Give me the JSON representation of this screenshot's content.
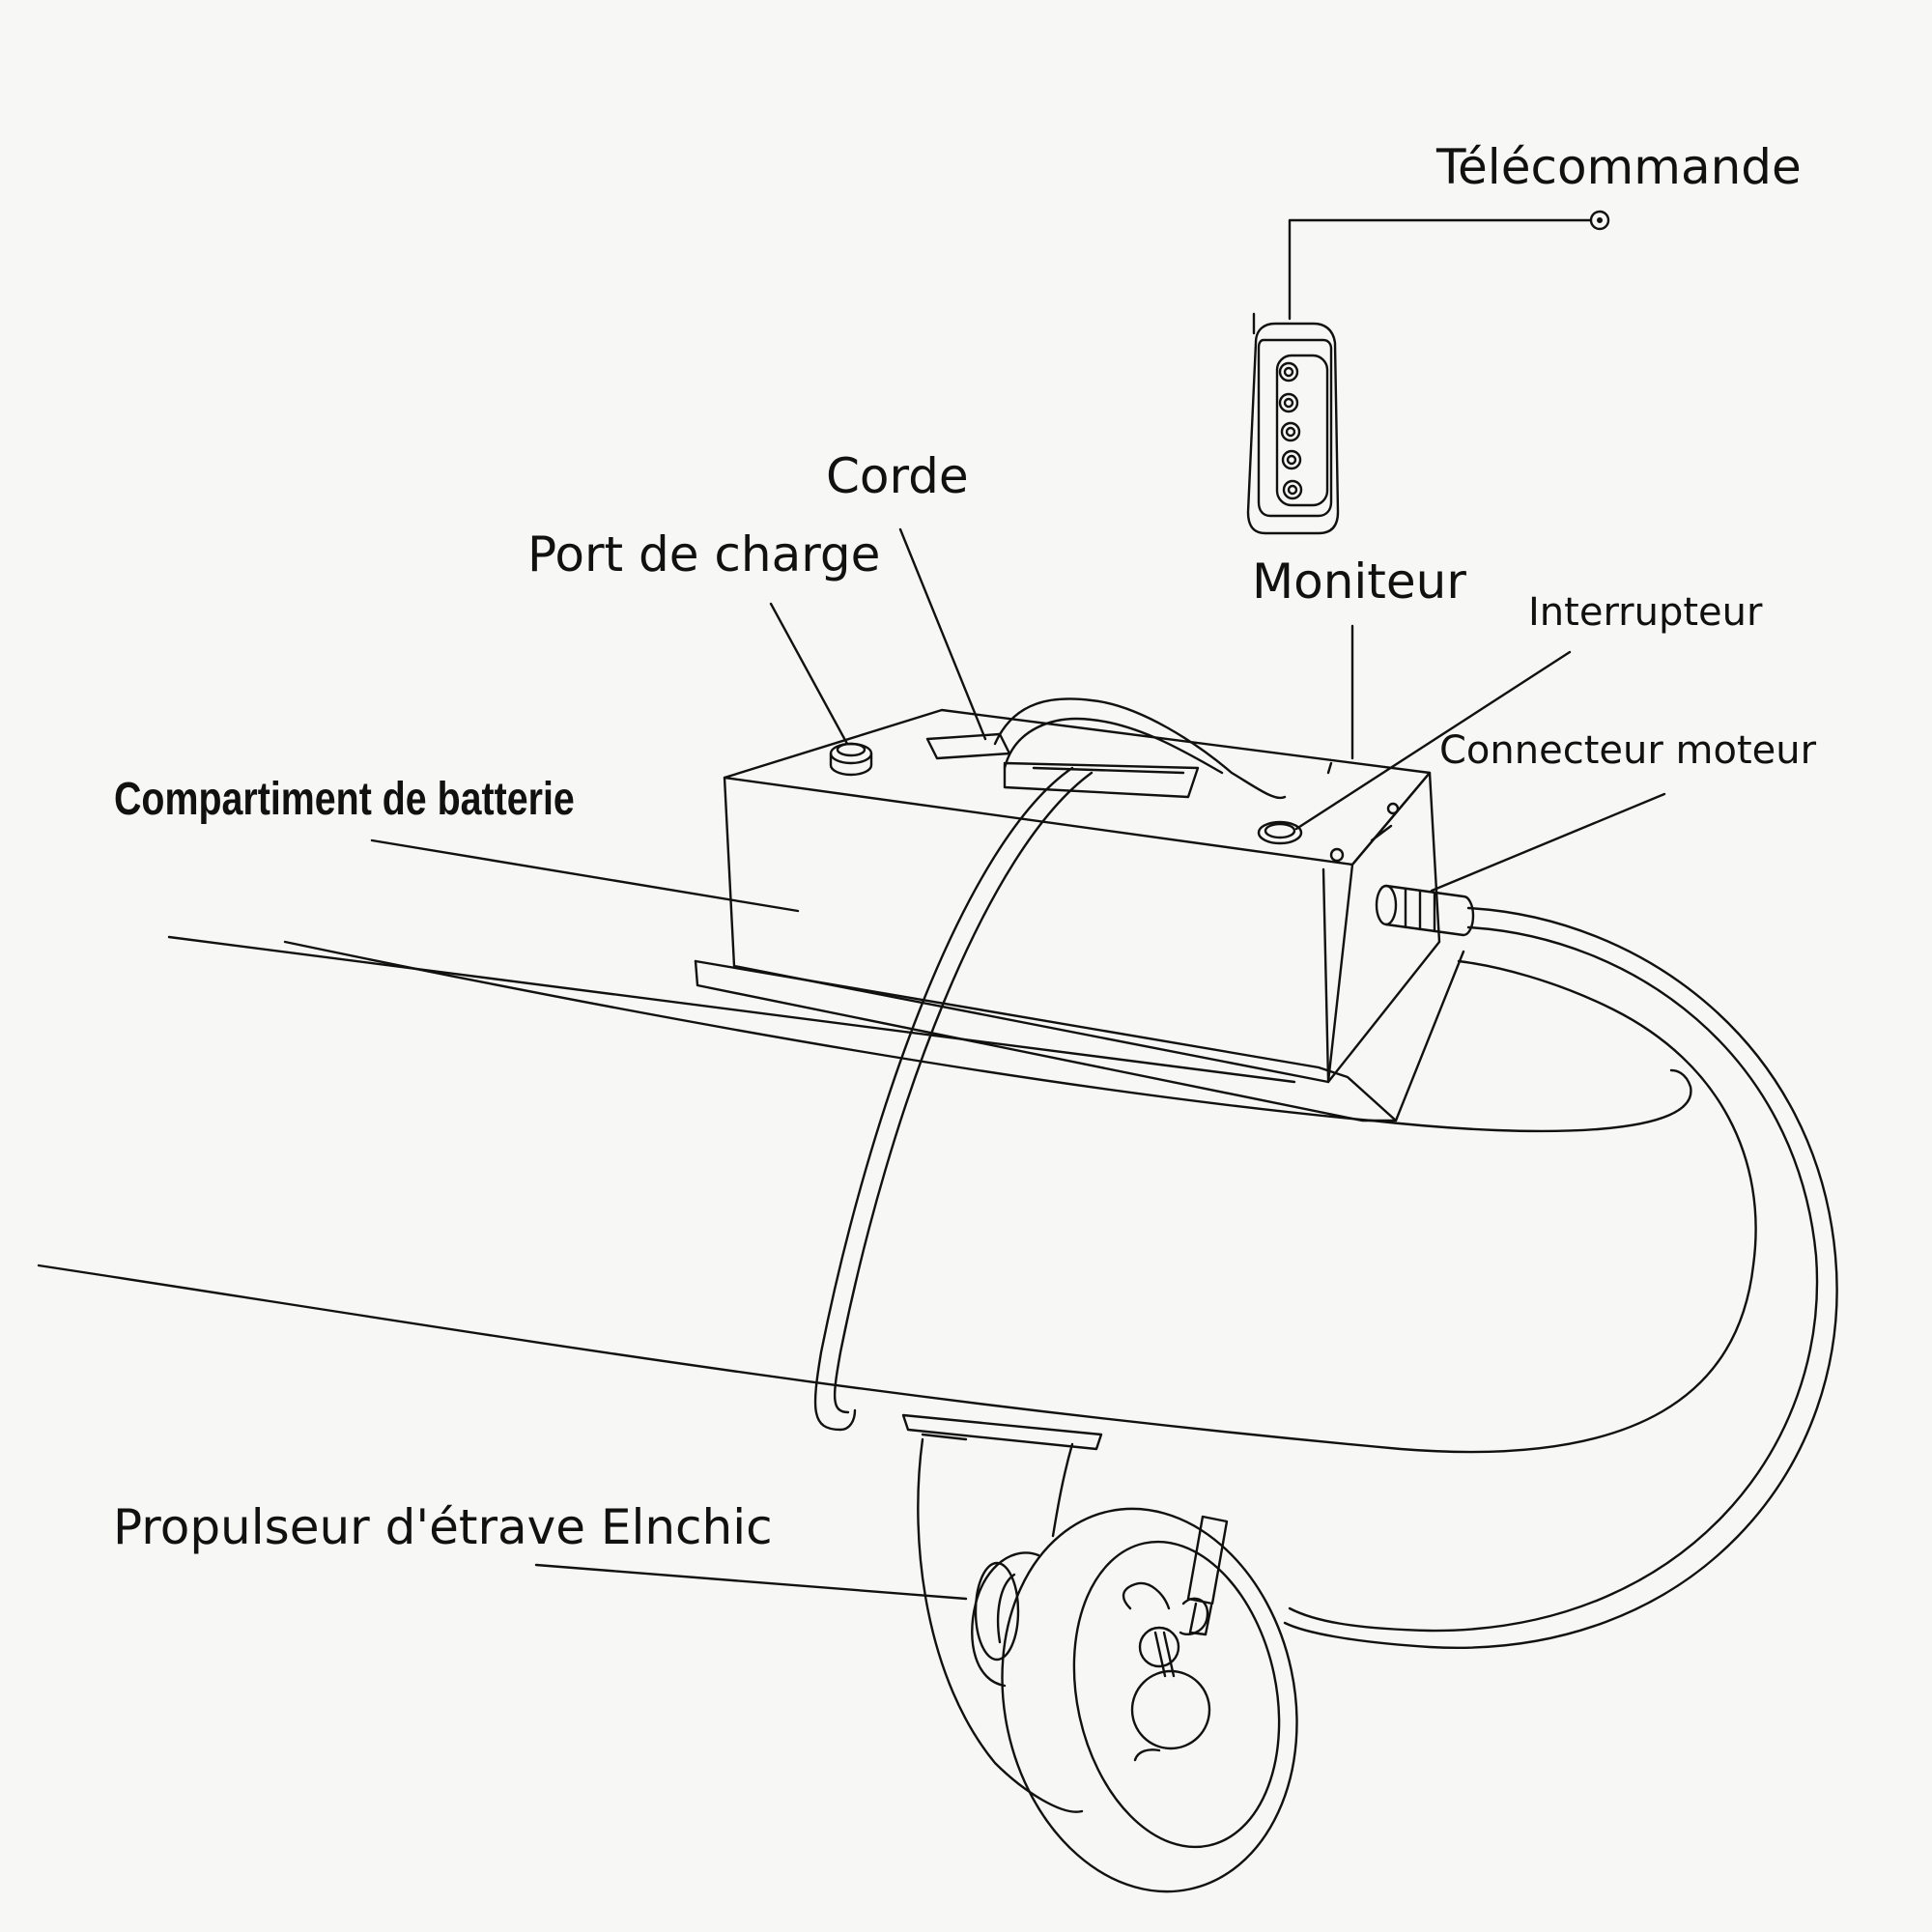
{
  "labels": {
    "remote": "Télécommande",
    "rope": "Corde",
    "charging_port": "Port de charge",
    "monitor": "Moniteur",
    "switch": "Interrupteur",
    "motor_connector": "Connecteur moteur",
    "battery_compartment": "Compartiment de batterie",
    "bow_thruster": "Propulseur d'étrave Elnchic"
  },
  "colors": {
    "ink": "#111111",
    "background": "#f7f7f5"
  }
}
